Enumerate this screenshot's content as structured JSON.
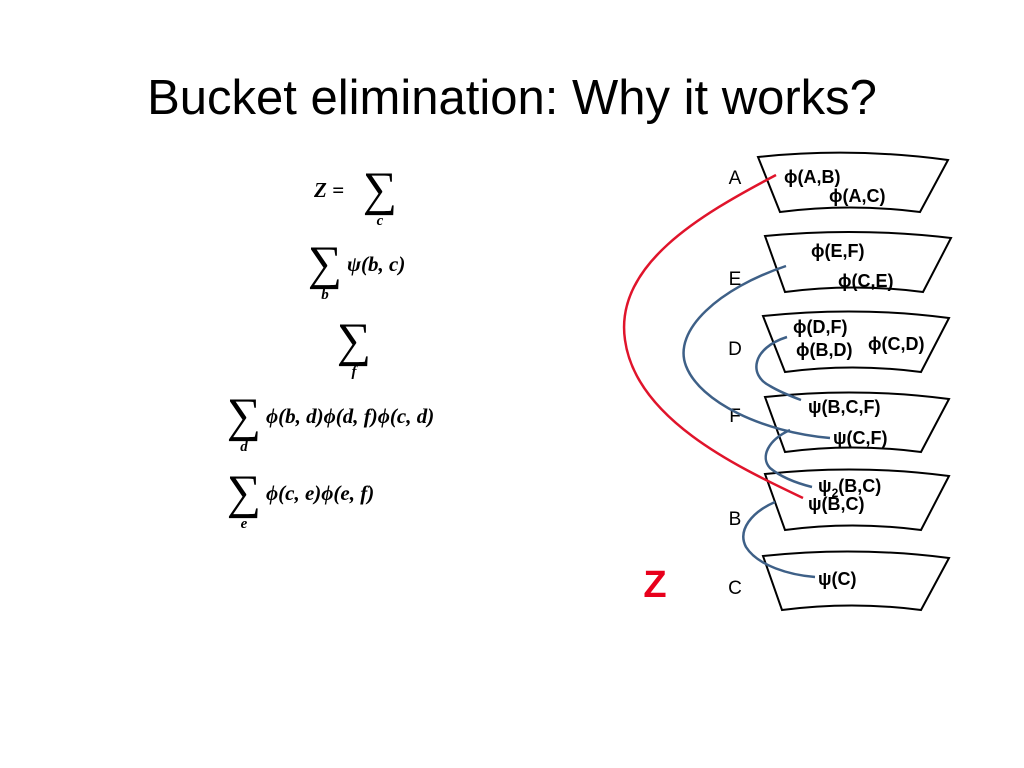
{
  "title": "Bucket elimination: Why it works?",
  "equation": {
    "lhs": "Z =",
    "lines": [
      {
        "sub": "c",
        "term": ""
      },
      {
        "sub": "b",
        "term": "ψ(b, c)"
      },
      {
        "sub": "f",
        "term": ""
      },
      {
        "sub": "d",
        "term": "ϕ(b, d)ϕ(d, f)ϕ(c, d)"
      },
      {
        "sub": "e",
        "term": "ϕ(c, e)ϕ(e, f)"
      }
    ]
  },
  "z_label": "Z",
  "colors": {
    "z_label": "#e8001c",
    "red_message": "#e0142b",
    "blue_message": "#3e6087"
  },
  "buckets": [
    {
      "variable": "A",
      "functions": [
        "ϕ(A,B)",
        "ϕ(A,C)"
      ]
    },
    {
      "variable": "E",
      "functions": [
        "ϕ(E,F)",
        "ϕ(C,E)"
      ]
    },
    {
      "variable": "D",
      "functions": [
        "ϕ(D,F)",
        "ϕ(B,D)",
        "ϕ(C,D)"
      ]
    },
    {
      "variable": "F",
      "functions": [
        "ψ(B,C,F)",
        "ψ(C,F)"
      ]
    },
    {
      "variable": "B",
      "functions": [
        "ψ2(B,C)",
        "ψ(B,C)"
      ]
    },
    {
      "variable": "C",
      "functions": [
        "ψ(C)"
      ]
    }
  ]
}
